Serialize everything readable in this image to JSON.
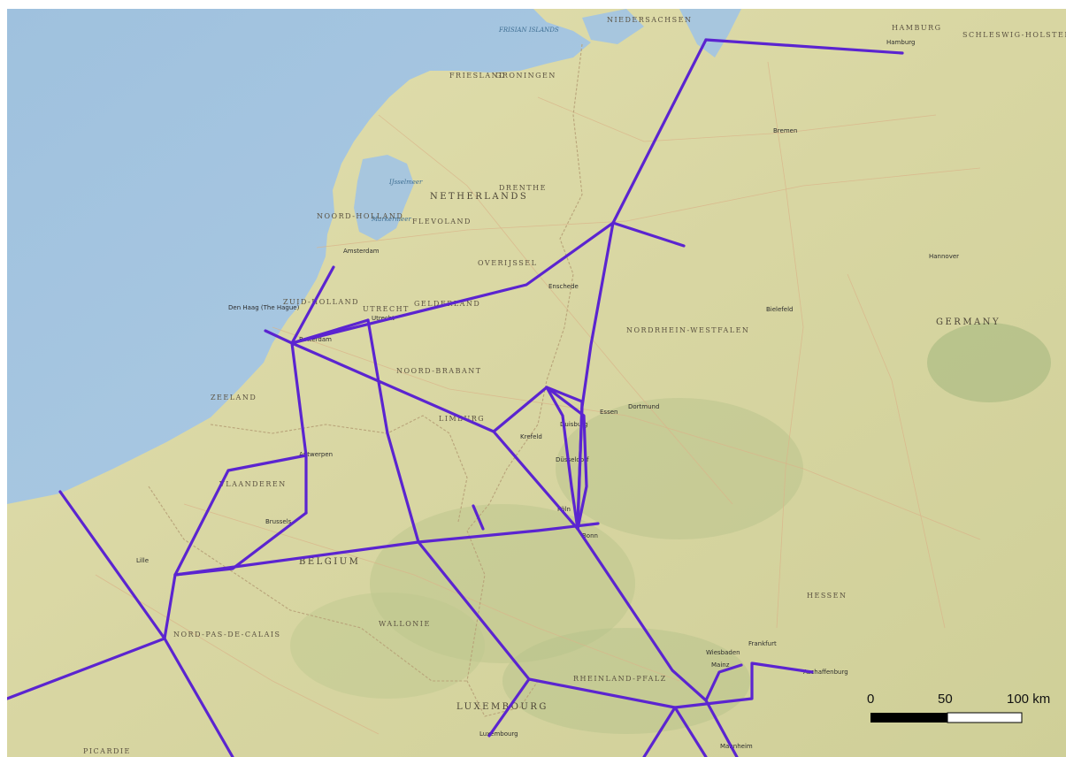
{
  "map": {
    "water_labels": [
      "IJsselmeer",
      "Markermeer",
      "FRISIAN ISLANDS"
    ],
    "country_labels": [
      "NETHERLANDS",
      "BELGIUM",
      "GERMANY",
      "LUXEMBOURG"
    ],
    "region_labels": [
      "NIEDERSACHSEN",
      "FRIESLAND",
      "GRONINGEN",
      "DRENTHE",
      "FLEVOLAND",
      "OVERIJSSEL",
      "NOORD-HOLLAND",
      "ZUID-HOLLAND",
      "UTRECHT",
      "GELDERLAND",
      "NOORD-BRABANT",
      "ZEELAND",
      "LIMBURG",
      "NORDRHEIN-WESTFALEN",
      "HESSEN",
      "RHEINLAND-PFALZ",
      "WALLONIE",
      "VLAANDEREN",
      "NORD-PAS-DE-CALAIS",
      "PICARDIE",
      "SCHLESWIG-HOLSTEIN",
      "HAMBURG"
    ],
    "city_labels": [
      "Hamburg",
      "Bremen",
      "Amsterdam",
      "Den Haag (The Hague)",
      "Rotterdam",
      "Utrecht",
      "Brussels",
      "Dortmund",
      "Duisburg",
      "Düsseldorf",
      "Essen",
      "Krefeld",
      "Frankfurt",
      "Mainz",
      "Wiesbaden",
      "Lille",
      "Luxembourg",
      "Köln",
      "Bonn",
      "Hannover",
      "Bielefeld",
      "Enschede",
      "Antwerpen",
      "Mannheim",
      "Aschaffenburg"
    ],
    "colors": {
      "sea": "#a9c9e2",
      "land": "#dcd9a8",
      "route": "#5b24d0"
    }
  },
  "scale_bar": {
    "labels": [
      "0",
      "50",
      "100 km"
    ]
  }
}
